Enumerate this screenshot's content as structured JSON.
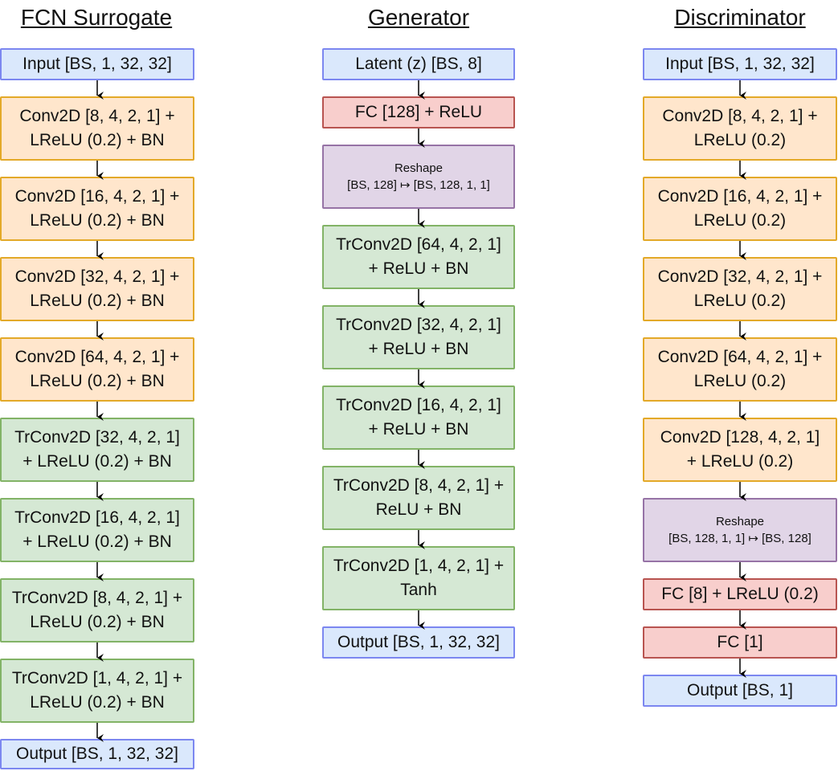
{
  "columns": [
    {
      "title": "FCN Surrogate",
      "blocks": [
        {
          "text": "Input [BS, 1, 32, 32]",
          "kind": "input"
        },
        {
          "text": "Conv2D [8, 4, 2, 1] +\nLReLU (0.2) + BN",
          "kind": "conv"
        },
        {
          "text": "Conv2D [16, 4, 2, 1] +\nLReLU (0.2) + BN",
          "kind": "conv"
        },
        {
          "text": "Conv2D [32, 4, 2, 1] +\nLReLU (0.2) + BN",
          "kind": "conv"
        },
        {
          "text": "Conv2D [64, 4, 2, 1] +\nLReLU (0.2) + BN",
          "kind": "conv"
        },
        {
          "text": "TrConv2D [32, 4, 2, 1]\n+ LReLU (0.2) + BN",
          "kind": "trconv"
        },
        {
          "text": "TrConv2D [16, 4, 2, 1]\n+ LReLU (0.2) + BN",
          "kind": "trconv"
        },
        {
          "text": "TrConv2D [8, 4, 2, 1] +\nLReLU (0.2) + BN",
          "kind": "trconv"
        },
        {
          "text": "TrConv2D [1, 4, 2, 1] +\nLReLU (0.2) + BN",
          "kind": "trconv"
        },
        {
          "text": "Output [BS, 1, 32, 32]",
          "kind": "output"
        }
      ]
    },
    {
      "title": "Generator",
      "blocks": [
        {
          "text": "Latent (z) [BS, 8]",
          "kind": "input"
        },
        {
          "text": "FC [128] + ReLU",
          "kind": "fc"
        },
        {
          "text": "Reshape\n[BS, 128] ↦ [BS, 128, 1, 1]",
          "kind": "reshape"
        },
        {
          "text": "TrConv2D [64, 4, 2, 1]\n+ ReLU + BN",
          "kind": "trconv"
        },
        {
          "text": "TrConv2D [32, 4, 2, 1]\n+ ReLU + BN",
          "kind": "trconv"
        },
        {
          "text": "TrConv2D [16, 4, 2, 1]\n+ ReLU + BN",
          "kind": "trconv"
        },
        {
          "text": "TrConv2D [8, 4, 2, 1] +\nReLU + BN",
          "kind": "trconv"
        },
        {
          "text": "TrConv2D [1, 4, 2, 1] +\nTanh",
          "kind": "trconv"
        },
        {
          "text": "Output [BS, 1, 32, 32]",
          "kind": "output"
        }
      ]
    },
    {
      "title": "Discriminator",
      "blocks": [
        {
          "text": "Input [BS, 1, 32, 32]",
          "kind": "input"
        },
        {
          "text": "Conv2D [8, 4, 2, 1] +\nLReLU (0.2)",
          "kind": "conv"
        },
        {
          "text": "Conv2D [16, 4, 2, 1] +\nLReLU (0.2)",
          "kind": "conv"
        },
        {
          "text": "Conv2D [32, 4, 2, 1] +\nLReLU (0.2)",
          "kind": "conv"
        },
        {
          "text": "Conv2D [64, 4, 2, 1] +\nLReLU (0.2)",
          "kind": "conv"
        },
        {
          "text": "Conv2D [128, 4, 2, 1]\n+ LReLU (0.2)",
          "kind": "conv"
        },
        {
          "text": "Reshape\n[BS, 128, 1, 1] ↦ [BS, 128]",
          "kind": "reshape"
        },
        {
          "text": "FC [8] + LReLU (0.2)",
          "kind": "fc"
        },
        {
          "text": "FC [1]",
          "kind": "fc"
        },
        {
          "text": "Output [BS, 1]",
          "kind": "output"
        }
      ]
    }
  ],
  "colors": {
    "input_fill": "#dae8fc",
    "input_border": "#7c87f0",
    "conv_fill": "#ffe6cc",
    "conv_border": "#e3a928",
    "trconv_fill": "#d5e8d4",
    "trconv_border": "#82b366",
    "fc_fill": "#f8cecc",
    "fc_border": "#b85450",
    "reshape_fill": "#e1d5e7",
    "reshape_border": "#9673a6"
  }
}
